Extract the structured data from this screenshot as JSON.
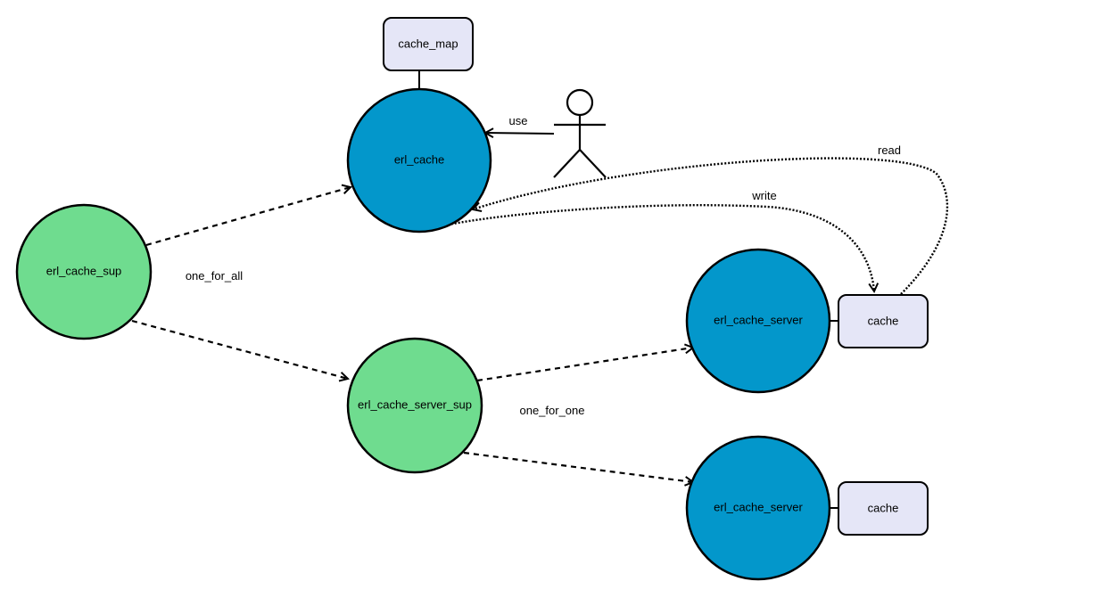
{
  "nodes": {
    "sup": "erl_cache_sup",
    "cache": "erl_cache",
    "cache_map": "cache_map",
    "server_sup": "erl_cache_server_sup",
    "server1": "erl_cache_server",
    "server2": "erl_cache_server",
    "cache1": "cache",
    "cache2": "cache"
  },
  "edges": {
    "use": "use",
    "read": "read",
    "write": "write",
    "one_for_all": "one_for_all",
    "one_for_one": "one_for_one"
  },
  "colors": {
    "supervisor": "#6fdc8f",
    "worker": "#0397cb",
    "storage": "#e5e6f7"
  }
}
